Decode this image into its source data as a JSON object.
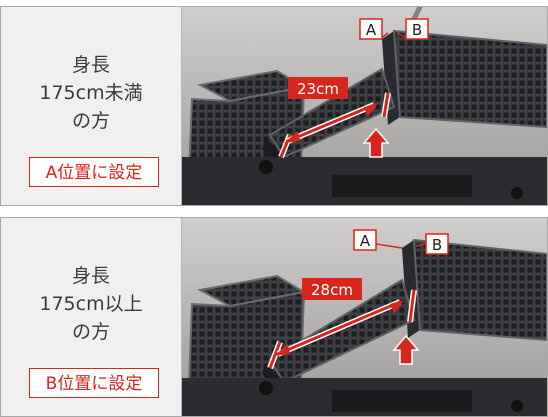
{
  "panels": [
    {
      "condition": [
        "身長",
        "175cm未満",
        "の方"
      ],
      "setting": "A位置に設定",
      "distance": "23cm",
      "marker_a": "A",
      "marker_b": "B"
    },
    {
      "condition": [
        "身長",
        "175cm以上",
        "の方"
      ],
      "setting": "B位置に設定",
      "distance": "28cm",
      "marker_a": "A",
      "marker_b": "B"
    }
  ],
  "colors": {
    "accent_red": "#d7261e",
    "label_bg": "#f0f0f0",
    "text": "#3a3a3a"
  }
}
